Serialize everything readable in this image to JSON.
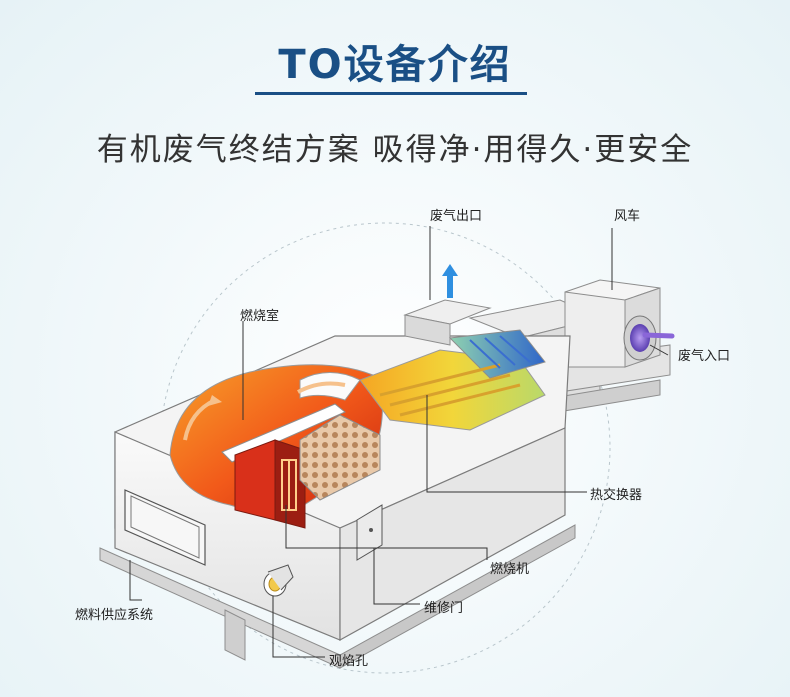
{
  "header": {
    "title": "TO设备介绍",
    "subtitle": "有机废气终结方案  吸得净·用得久·更安全"
  },
  "labels": {
    "exhaust_outlet": "废气出口",
    "fan": "风车",
    "combustion_chamber": "燃烧室",
    "exhaust_inlet": "废气入口",
    "heat_exchanger": "热交换器",
    "burner": "燃烧机",
    "fuel_supply": "燃料供应系统",
    "maintenance_door": "维修门",
    "sight_hole": "观焰孔"
  },
  "colors": {
    "title": "#1a4f85",
    "body": "#f1f1f1",
    "flame": "#f25a1a",
    "heat_yellow": "#f2d63a",
    "inlet_purple": "#8a66d8",
    "outlet_blue": "#2f8fe0"
  }
}
